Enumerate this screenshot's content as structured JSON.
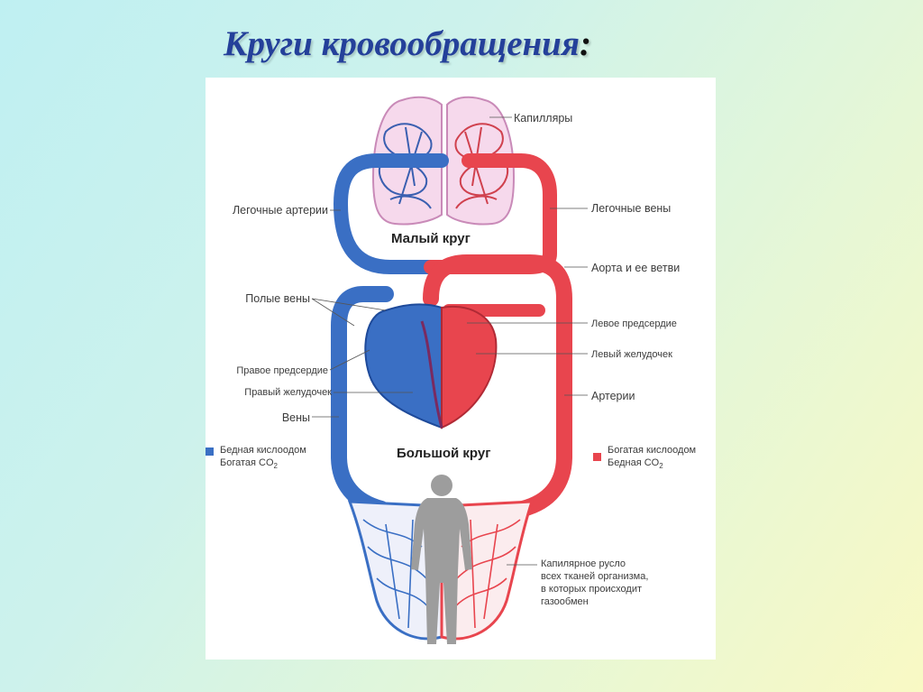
{
  "title": "Круги кровообращения",
  "title_colon": ":",
  "colors": {
    "deoxygenated": "#3a6fc4",
    "oxygenated": "#e8454e",
    "title": "#24409a"
  },
  "circles": {
    "small": "Малый круг",
    "large": "Большой круг"
  },
  "labels": {
    "capillaries": "Капилляры",
    "pulmonary_arteries": "Легочные артерии",
    "pulmonary_veins": "Легочные вены",
    "aorta": "Аорта и ее ветви",
    "vena_cava": "Полые вены",
    "left_atrium": "Левое предсердие",
    "left_ventricle": "Левый желудочек",
    "right_atrium": "Правое предсердие",
    "right_ventricle": "Правый желудочек",
    "arteries": "Артерии",
    "veins": "Вены",
    "capillary_bed_1": "Капилярное русло",
    "capillary_bed_2": "всех тканей организма,",
    "capillary_bed_3": "в которых происходит",
    "capillary_bed_4": "газообмен"
  },
  "legend": {
    "poor_line1": "Бедная кислоодом",
    "poor_line2": "Богатая CO",
    "rich_line1": "Богатая кислоодом",
    "rich_line2": "Бедная CO",
    "co2_sub": "2"
  }
}
